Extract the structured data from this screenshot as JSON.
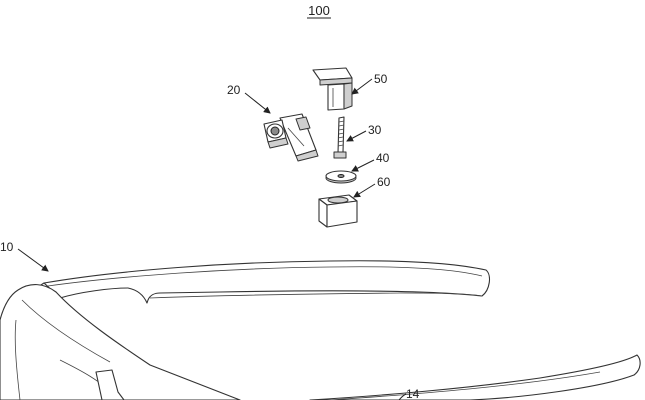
{
  "figure": {
    "title": "100",
    "labels": {
      "frame": "10",
      "camera_module": "20",
      "shaft": "30",
      "washer": "40",
      "bracket": "50",
      "base_block": "60",
      "frame_part": "14"
    }
  }
}
